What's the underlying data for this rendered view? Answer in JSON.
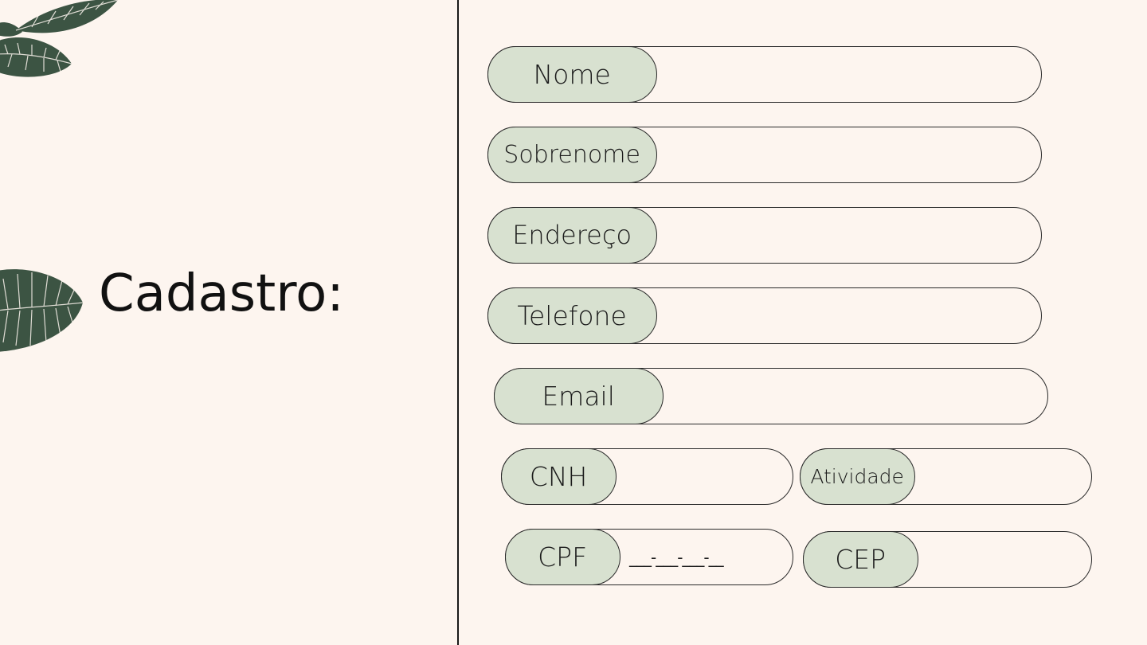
{
  "title": "Cadastro:",
  "colors": {
    "background": "#fdf5ef",
    "label_fill": "#d8e1d0",
    "leaf": "#3c5443",
    "border": "#2a2a2a"
  },
  "fields": {
    "nome": {
      "label": "Nome"
    },
    "sobrenome": {
      "label": "Sobrenome"
    },
    "endereco": {
      "label": "Endereço"
    },
    "telefone": {
      "label": "Telefone"
    },
    "email": {
      "label": "Email"
    },
    "cnh": {
      "label": "CNH"
    },
    "atividade": {
      "label": "Atividade"
    },
    "cpf": {
      "label": "CPF",
      "value": "___-___-___-__"
    },
    "cep": {
      "label": "CEP"
    }
  },
  "decorations": [
    "leaf-icon",
    "leaf-icon"
  ]
}
